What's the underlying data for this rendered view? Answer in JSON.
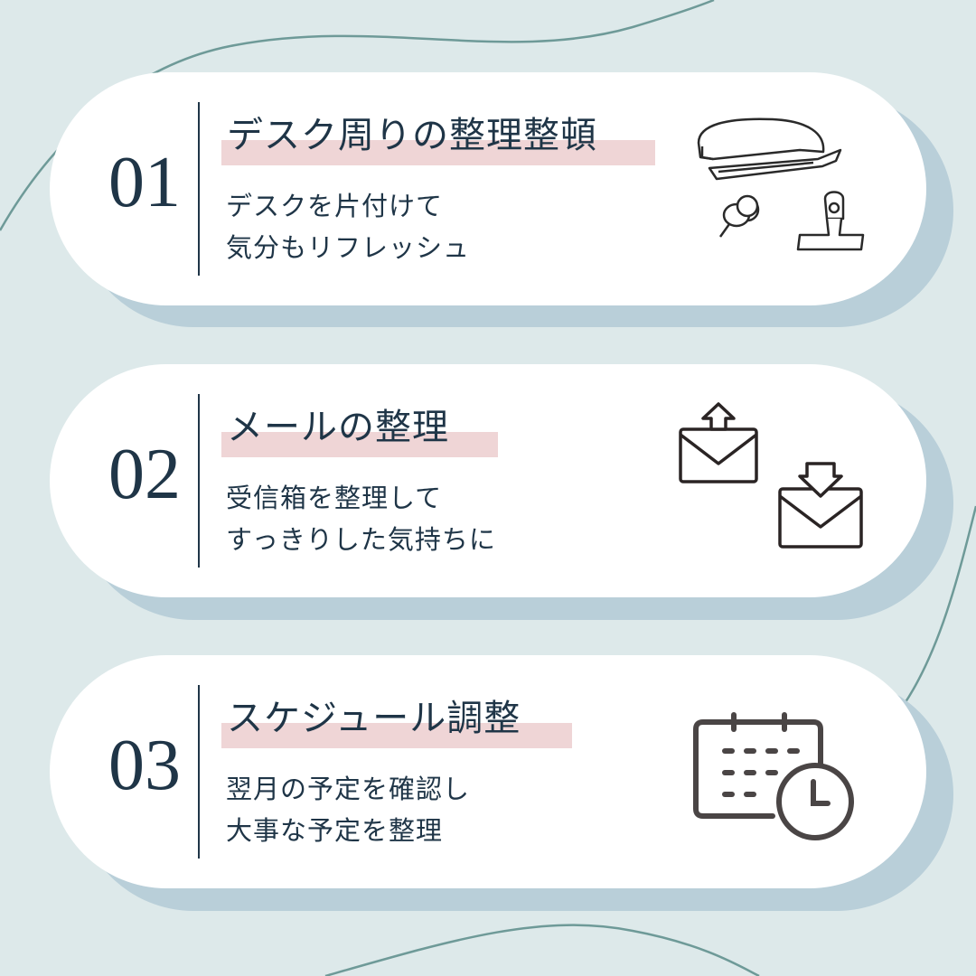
{
  "colors": {
    "background": "#dde9ea",
    "card": "#ffffff",
    "card_shadow": "#b9cfd9",
    "text": "#1f3547",
    "highlight": "#efd5d6",
    "accent_line": "#6e9a98",
    "icon": "#4a4545"
  },
  "items": [
    {
      "number": "01",
      "title": "デスク周りの整理整頓",
      "lines": [
        "デスクを片付けて",
        "気分もリフレッシュ"
      ],
      "icon": "stationery-icon"
    },
    {
      "number": "02",
      "title": "メールの整理",
      "lines": [
        "受信箱を整理して",
        "すっきりした気持ちに"
      ],
      "icon": "mail-send-receive-icon"
    },
    {
      "number": "03",
      "title": "スケジュール調整",
      "lines": [
        "翌月の予定を確認し",
        "大事な予定を整理"
      ],
      "icon": "calendar-clock-icon"
    }
  ]
}
